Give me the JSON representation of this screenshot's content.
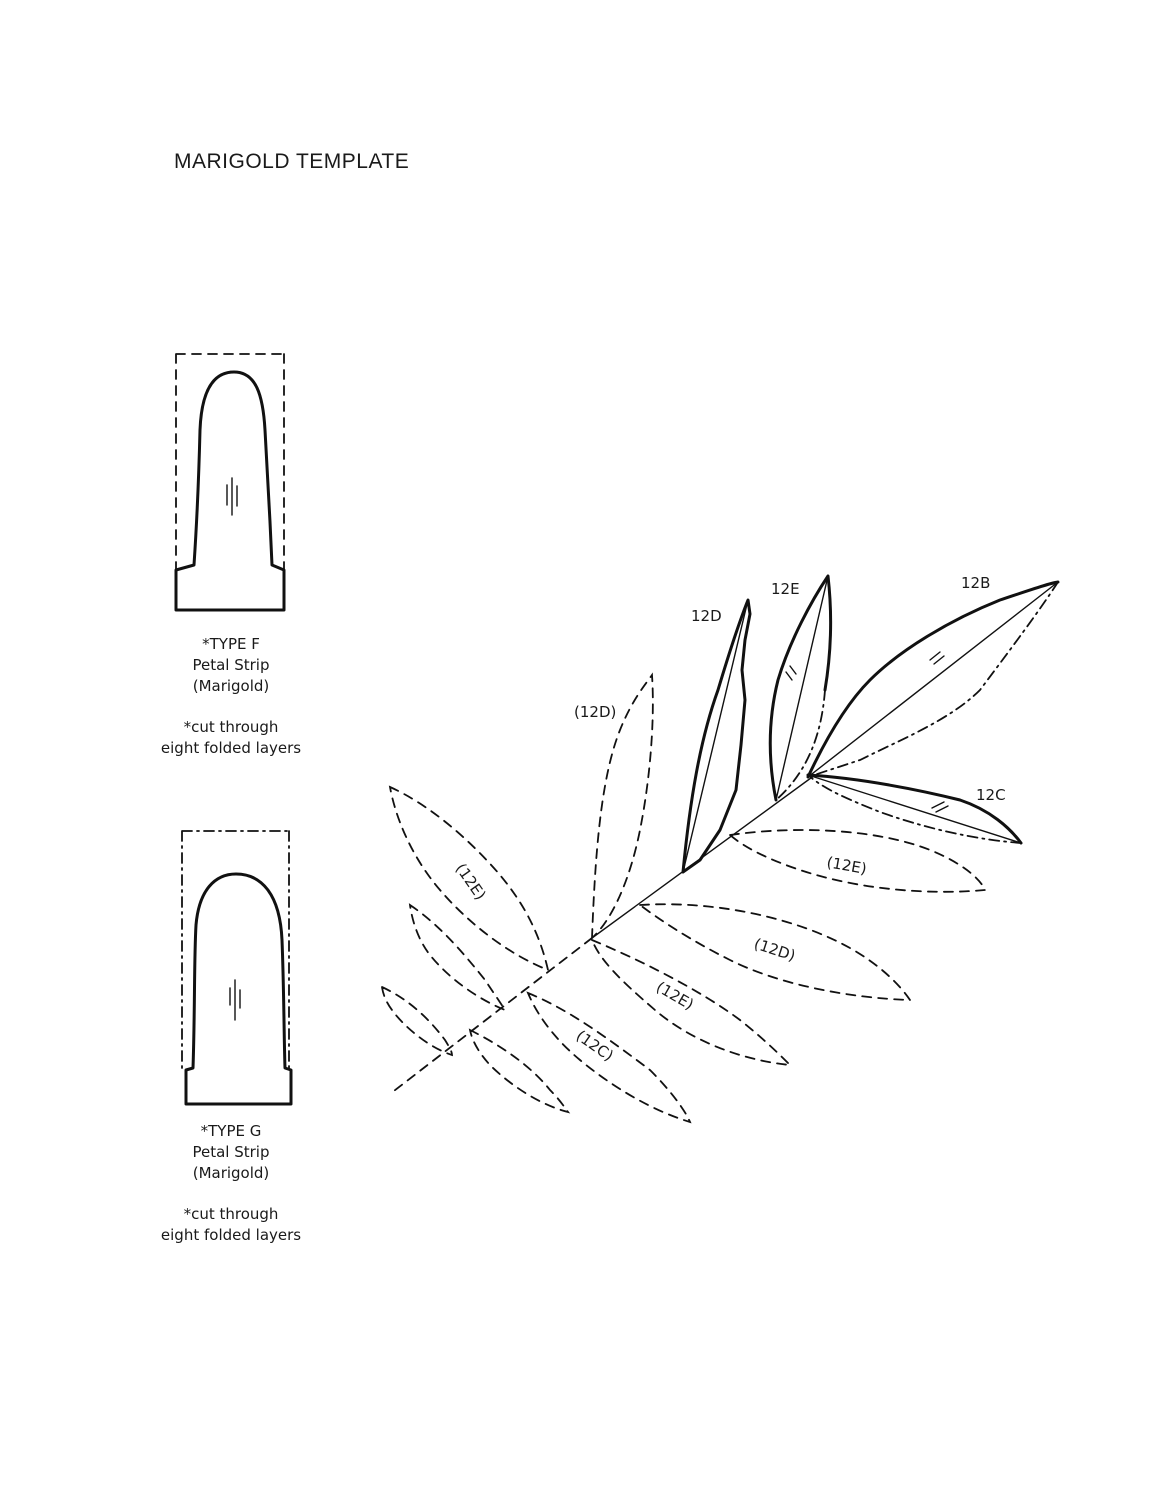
{
  "title": "MARIGOLD TEMPLATE",
  "type_f": {
    "label": "*TYPE F",
    "name": "Petal Strip",
    "flower": "(Marigold)",
    "note_line1": "*cut through",
    "note_line2": "eight folded layers"
  },
  "type_g": {
    "label": "*TYPE G",
    "name": "Petal Strip",
    "flower": "(Marigold)",
    "note_line1": "*cut through",
    "note_line2": "eight folded layers"
  },
  "leaf_labels": {
    "label_12d": "12D",
    "label_12e": "12E",
    "label_12b": "12B",
    "label_12c": "12C",
    "label_12d_paren": "(12D)",
    "label_12e_paren_right": "(12E)",
    "label_12d_paren_lower": "(12D)",
    "label_12e_paren_lower": "(12E)",
    "label_12c_paren": "(12C)",
    "label_12e_paren_left": "(12E)"
  }
}
